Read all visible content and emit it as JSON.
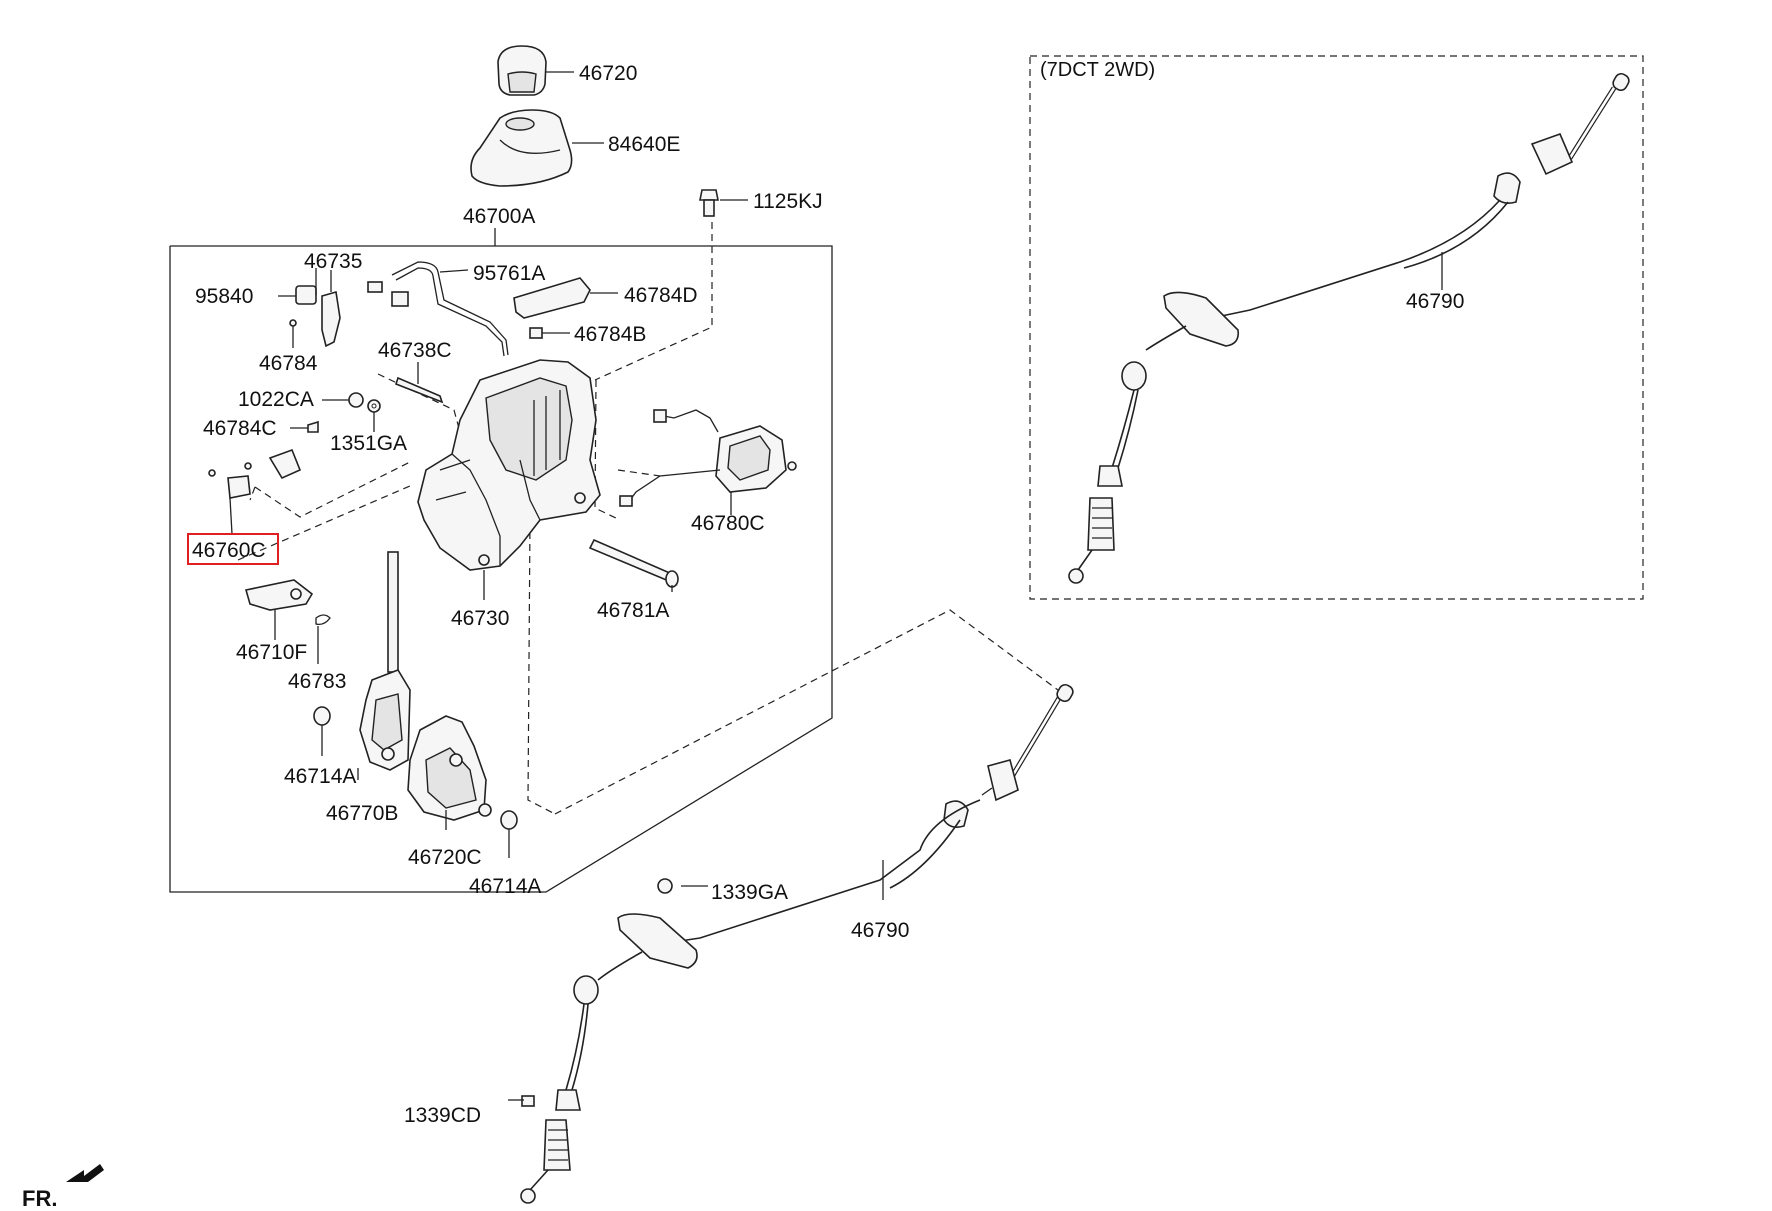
{
  "diagram": {
    "variant_label": "(7DCT 2WD)",
    "direction_label": "FR.",
    "highlighted_part": "46760C",
    "highlight_color": "#e02020",
    "labels": {
      "l46720": "46720",
      "l84640E": "84640E",
      "l46700A": "46700A",
      "l1125KJ": "1125KJ",
      "l46735": "46735",
      "l95761A": "95761A",
      "l95840": "95840",
      "l46784D": "46784D",
      "l46784B": "46784B",
      "l46784": "46784",
      "l46738C": "46738C",
      "l1022CA": "1022CA",
      "l46784C": "46784C",
      "l1351GA": "1351GA",
      "l46760C": "46760C",
      "l46780C": "46780C",
      "l46730": "46730",
      "l46781A": "46781A",
      "l46710F": "46710F",
      "l46783": "46783",
      "l46714A_1": "46714A",
      "l46770B": "46770B",
      "l46720C": "46720C",
      "l46714A_2": "46714A",
      "l1339GA": "1339GA",
      "l46790_main": "46790",
      "l1339CD": "1339CD",
      "l46790_inset": "46790"
    }
  }
}
